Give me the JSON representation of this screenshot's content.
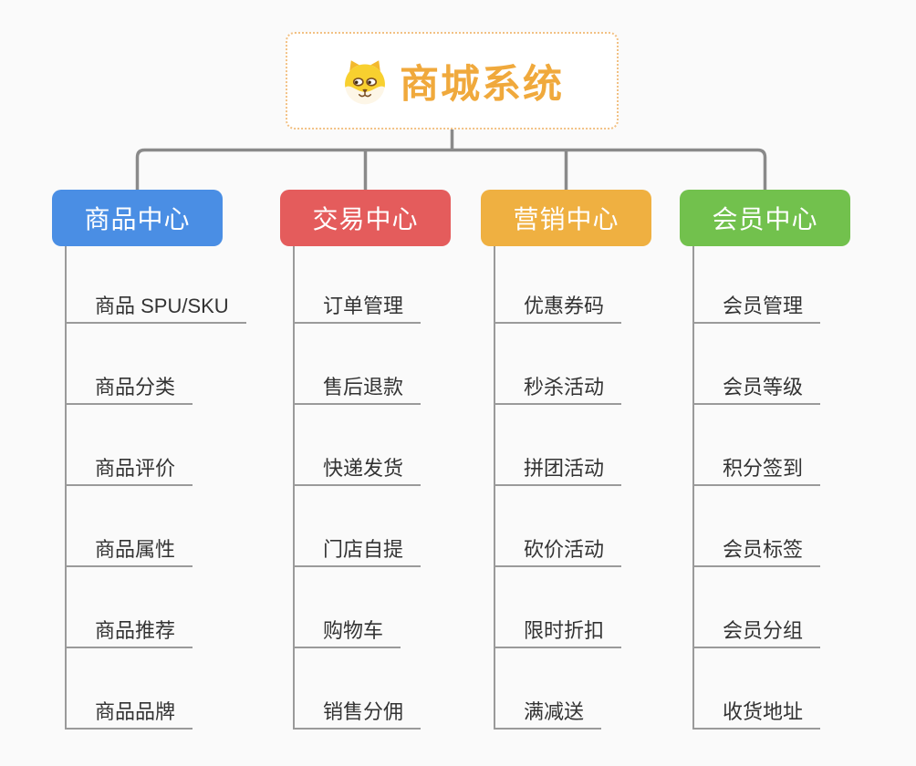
{
  "root": {
    "title": "商城系统",
    "icon": "shiba-dog-icon"
  },
  "branches": [
    {
      "id": "product-center",
      "label": "商品中心",
      "color": "#4a8ee4",
      "children": [
        "商品 SPU/SKU",
        "商品分类",
        "商品评价",
        "商品属性",
        "商品推荐",
        "商品品牌"
      ]
    },
    {
      "id": "trade-center",
      "label": "交易中心",
      "color": "#e45c5c",
      "children": [
        "订单管理",
        "售后退款",
        "快递发货",
        "门店自提",
        "购物车",
        "销售分佣"
      ]
    },
    {
      "id": "marketing-center",
      "label": "营销中心",
      "color": "#efb041",
      "children": [
        "优惠券码",
        "秒杀活动",
        "拼团活动",
        "砍价活动",
        "限时折扣",
        "满减送"
      ]
    },
    {
      "id": "member-center",
      "label": "会员中心",
      "color": "#72c14d",
      "children": [
        "会员管理",
        "会员等级",
        "积分签到",
        "会员标签",
        "会员分组",
        "收货地址"
      ]
    }
  ],
  "colors": {
    "background": "#fafafa",
    "root_border": "#f2c184",
    "root_title": "#f0a93c",
    "connector": "#8a8a8a",
    "sub_connector": "#9a9a9a",
    "child_text": "#333333"
  }
}
